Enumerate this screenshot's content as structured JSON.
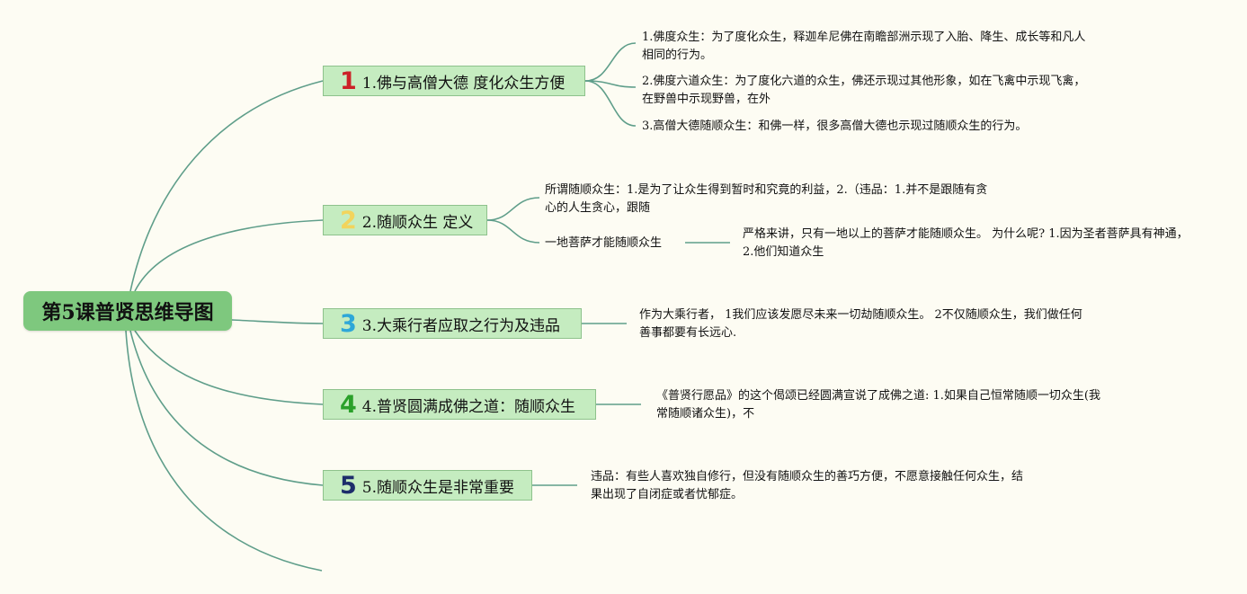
{
  "root": {
    "title": "第5课普贤思维导图"
  },
  "branches": [
    {
      "num": "1",
      "num_color": "#cc2127",
      "label": "1.佛与高僧大德 度化众生方便"
    },
    {
      "num": "2",
      "num_color": "#f2d45c",
      "label": "2.随顺众生 定义"
    },
    {
      "num": "3",
      "num_color": "#2ea7d8",
      "label": "3.大乘行者应取之行为及违品"
    },
    {
      "num": "4",
      "num_color": "#2aa02a",
      "label": "4.普贤圆满成佛之道：随顺众生"
    },
    {
      "num": "5",
      "num_color": "#1d2d6b",
      "label": "5.随顺众生是非常重要"
    }
  ],
  "leaves": {
    "b1_1": "1.佛度众生：为了度化众生，释迦牟尼佛在南瞻部洲示现了入胎、降生、成长等和凡人相同的行为。",
    "b1_2": "2.佛度六道众生：为了度化六道的众生，佛还示现过其他形象，如在飞禽中示现飞禽，在野兽中示现野兽，在外",
    "b1_3": "3.高僧大德随顺众生：和佛一样，很多高僧大德也示现过随顺众生的行为。",
    "b2_1": "所谓随顺众生：1.是为了让众生得到暂时和究竟的利益，2.（违品：1.并不是跟随有贪心的人生贪心，跟随",
    "b2_2": "一地菩萨才能随顺众生",
    "b2_2_1": "严格来讲，只有一地以上的菩萨才能随顺众生。 为什么呢? 1.因为圣者菩萨具有神通， 2.他们知道众生",
    "b3_1": "作为大乘行者， 1我们应该发愿尽未来一切劫随顺众生。 2不仅随顺众生，我们做任何善事都要有长远心.",
    "b4_1": "《普贤行愿品》的这个偈颂已经圆满宣说了成佛之道: 1.如果自己恒常随顺一切众生(我常随顺诸众生)，不",
    "b5_1": "违品：有些人喜欢独自修行，但没有随顺众生的善巧方便，不愿意接触任何众生，结果出现了自闭症或者忧郁症。"
  },
  "colors": {
    "link": "#5f9e8a",
    "root_fill": "#7ec87e",
    "branch_fill": "#c5ecc0"
  }
}
